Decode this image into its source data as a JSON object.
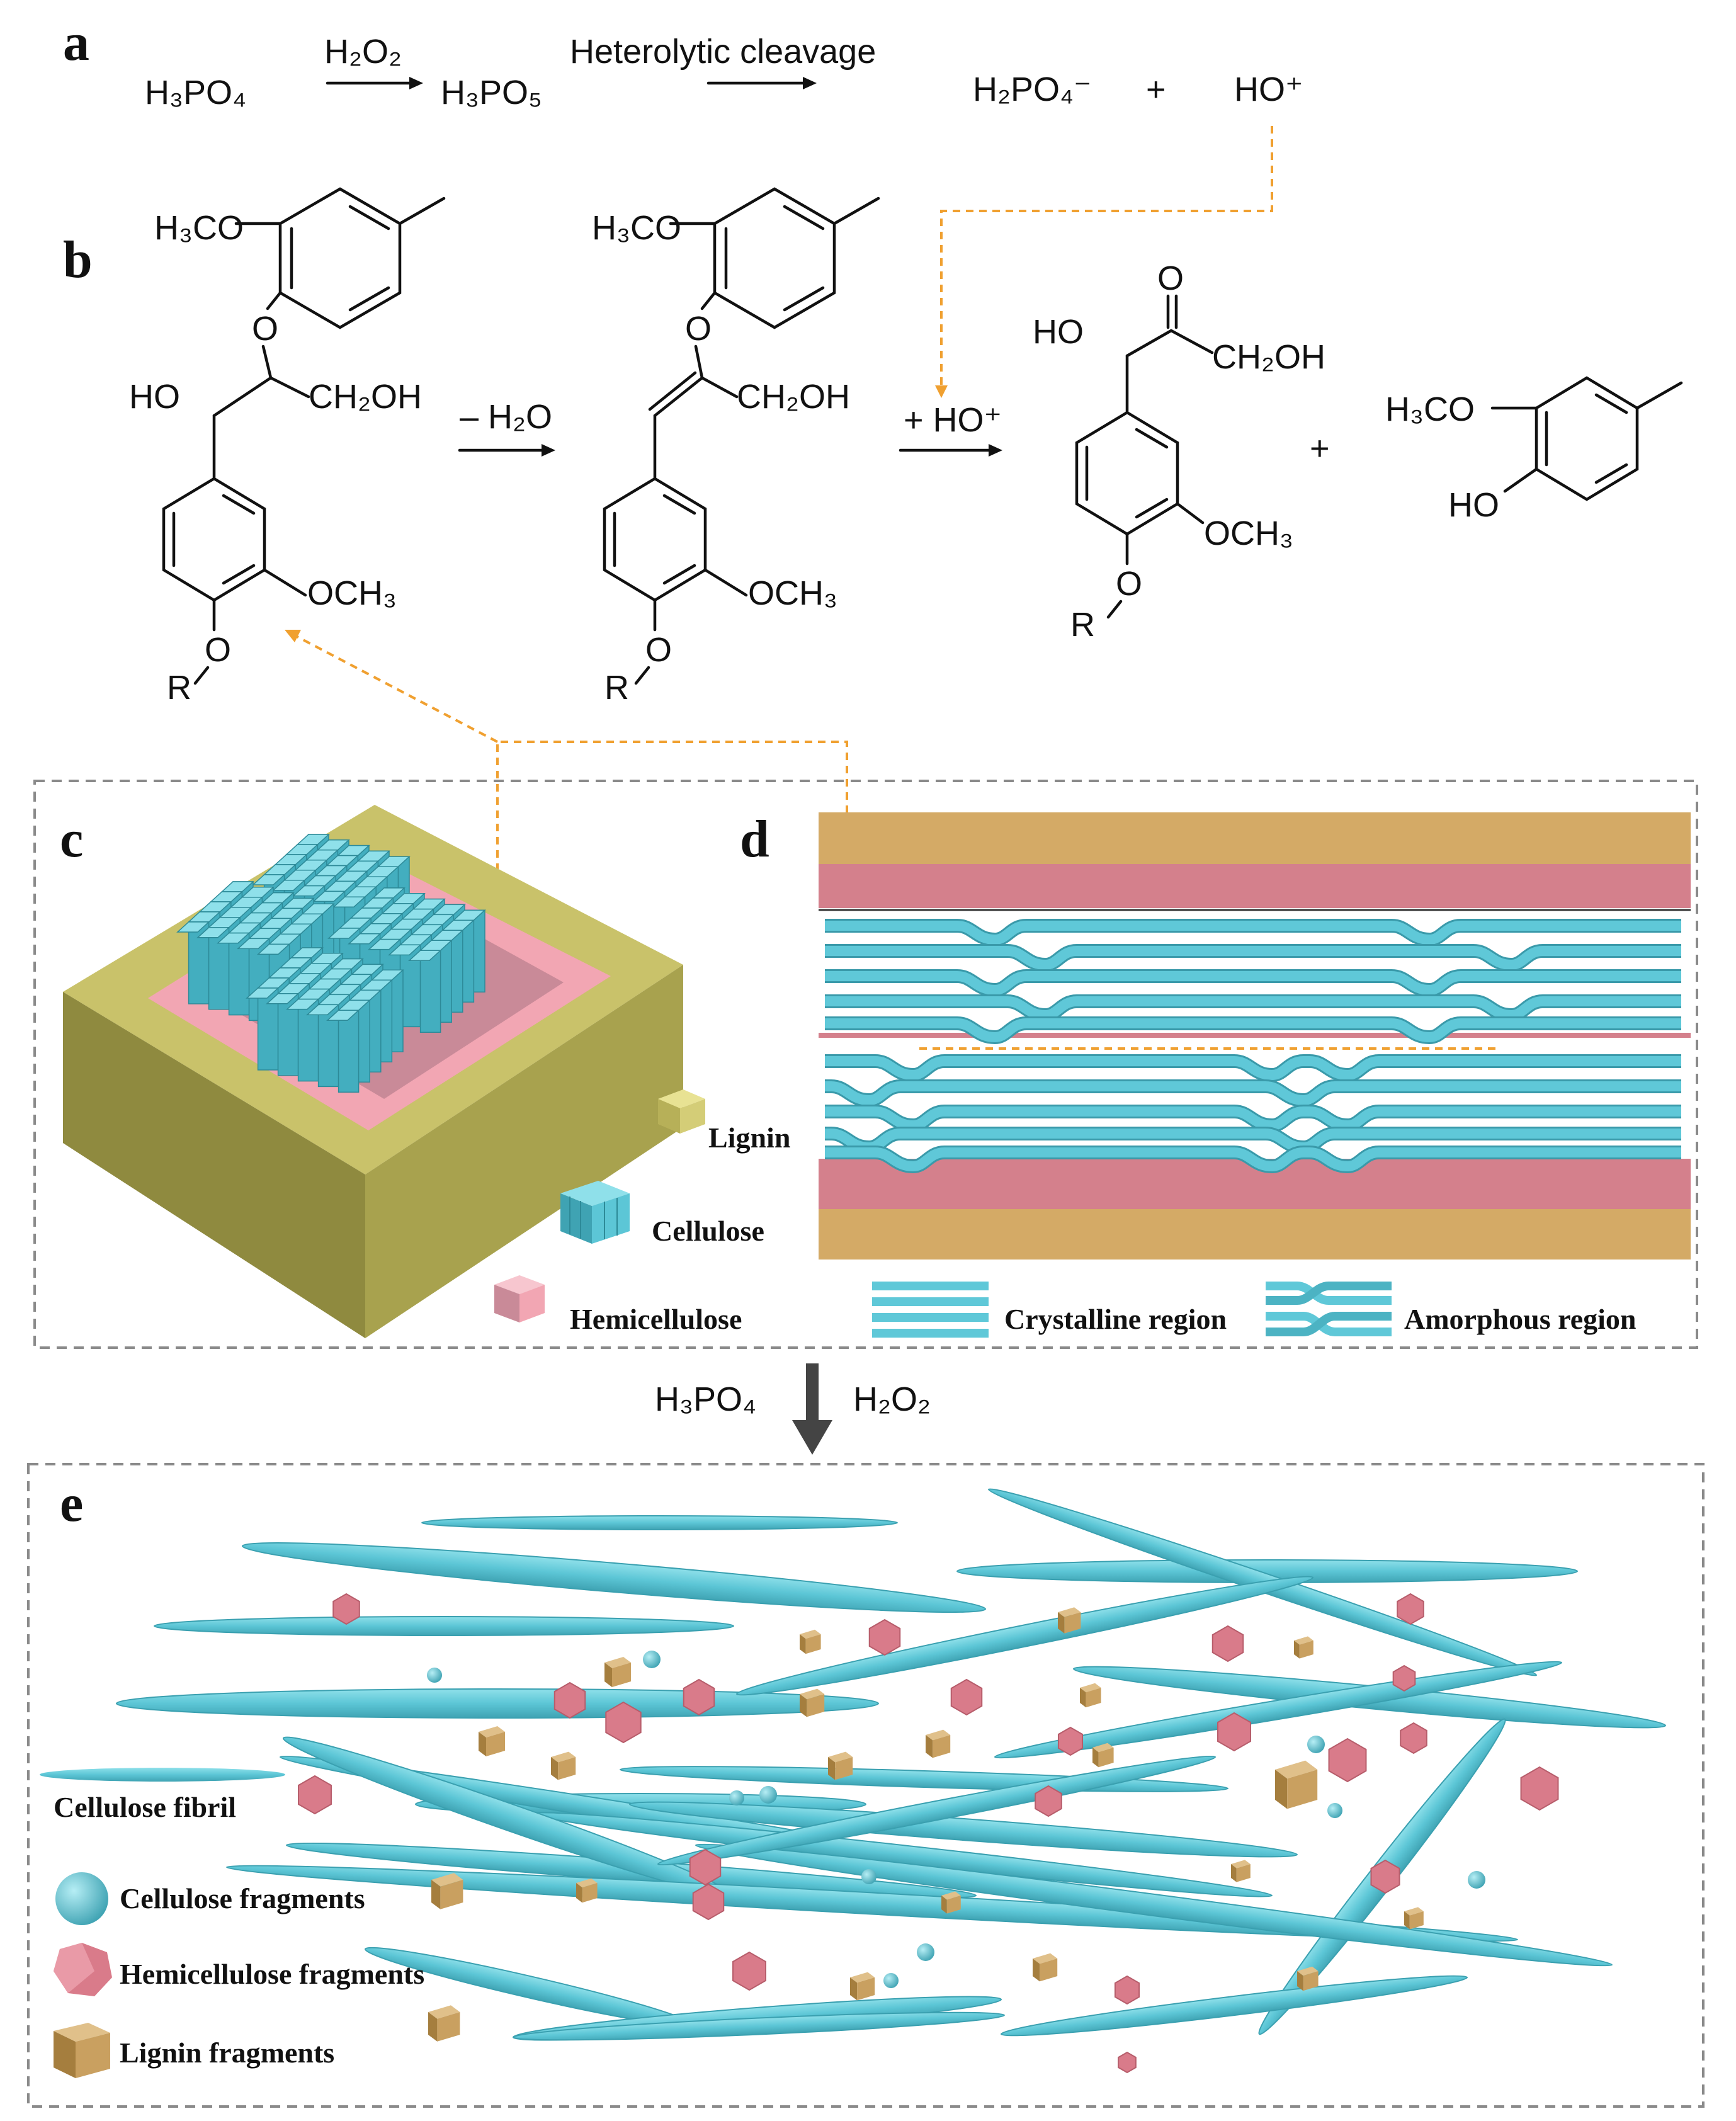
{
  "panels": {
    "a": "a",
    "b": "b",
    "c": "c",
    "d": "d",
    "e": "e"
  },
  "reaction_a": {
    "reactant": "H₃PO₄",
    "reagent": "H₂O₂",
    "intermediate": "H₃PO₅",
    "step_label": "Heterolytic cleavage",
    "product1": "H₂PO₄⁻",
    "plus": "+",
    "product2": "HO⁺"
  },
  "reaction_b": {
    "step1": "– H₂O",
    "step2": "+ HO⁺",
    "plus": "+",
    "labels": {
      "h3co": "H₃CO",
      "o": "O",
      "ho": "HO",
      "ch2oh": "CH₂OH",
      "och3": "OCH₃",
      "r": "R"
    }
  },
  "legend_c": {
    "lignin": "Lignin",
    "cellulose": "Cellulose",
    "hemicellulose": "Hemicellulose"
  },
  "legend_d": {
    "crystalline": "Crystalline region",
    "amorphous": "Amorphous region"
  },
  "treatment": {
    "left": "H₃PO₄",
    "right": "H₂O₂"
  },
  "legend_e": {
    "fibril": "Cellulose fibril",
    "cell_frag": "Cellulose fragments",
    "hemi_frag": "Hemicellulose fragments",
    "lig_frag": "Lignin fragments"
  },
  "colors": {
    "lignin_c": "#c9c26a",
    "lignin_d": "#d4aa66",
    "hemicellulose": "#f2a6b3",
    "hemicellulose_d": "#d4808c",
    "cellulose": "#5fc8d8",
    "fragment_hemi": "#d97b8a",
    "fragment_lignin": "#c9a060",
    "guide": "#f0a030"
  }
}
